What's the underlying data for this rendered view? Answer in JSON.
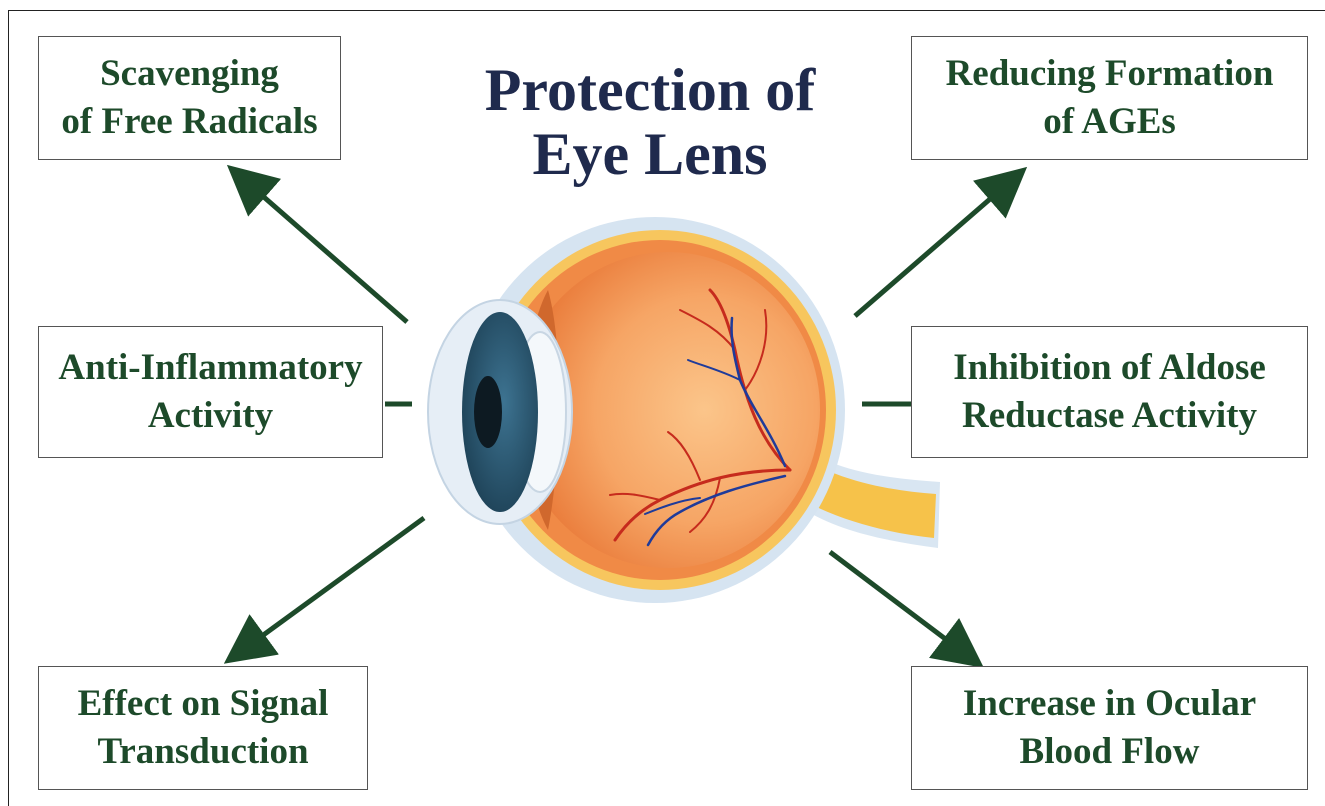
{
  "title": {
    "line1": "Protection of",
    "line2": "Eye Lens"
  },
  "boxes": {
    "top_left": {
      "line1": "Scavenging",
      "line2": "of Free Radicals"
    },
    "mid_left": {
      "line1": "Anti-Inflammatory",
      "line2": "Activity"
    },
    "bot_left": {
      "line1": "Effect on Signal",
      "line2": "Transduction"
    },
    "top_right": {
      "line1": "Reducing Formation",
      "line2": "of AGEs"
    },
    "mid_right": {
      "line1": "Inhibition of Aldose",
      "line2": "Reductase Activity"
    },
    "bot_right": {
      "line1": "Increase in Ocular",
      "line2": "Blood Flow"
    }
  },
  "colors": {
    "title": "#1f2a4d",
    "box_text": "#1d4a2a",
    "arrow": "#1d4a2a",
    "eye_outer": "#cfe0ef",
    "eye_body": "#f39a52",
    "iris": "#2e5a73",
    "vessel_red": "#c62b1d",
    "vessel_blue": "#1f3b9a"
  },
  "icons": {
    "eye": "eyeball-cross-section-icon"
  }
}
